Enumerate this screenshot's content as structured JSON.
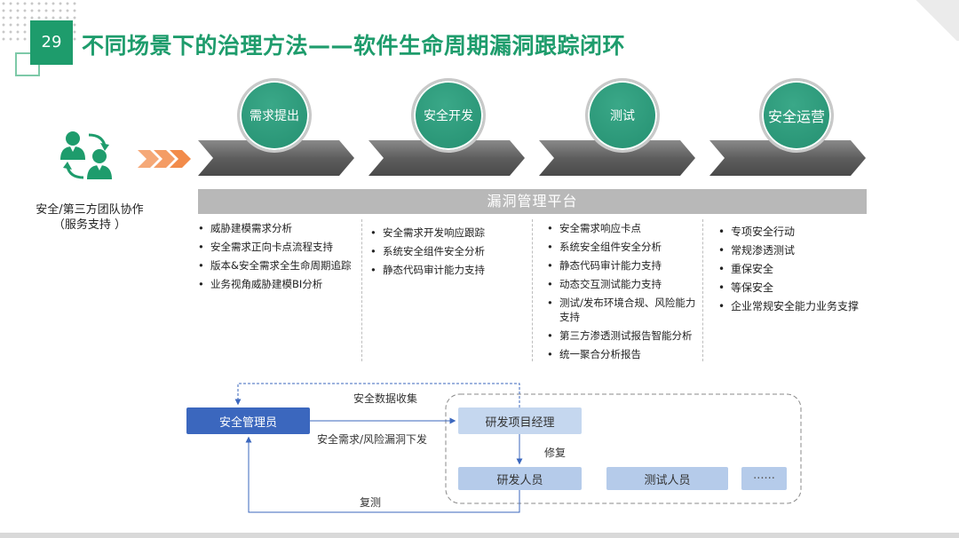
{
  "page_number": "29",
  "title": "不同场景下的治理方法——软件生命周期漏洞跟踪闭环",
  "team": {
    "line1": "安全/第三方团队协作",
    "line2": "（服务支持 ）"
  },
  "stages": [
    {
      "label": "需求提出"
    },
    {
      "label": "安全开发"
    },
    {
      "label": "测试"
    },
    {
      "label": "安全运营"
    }
  ],
  "platform_label": "漏洞管理平台",
  "columns": [
    {
      "items": [
        "威胁建模需求分析",
        "安全需求正向卡点流程支持",
        "版本&安全需求全生命周期追踪",
        "业务视角威胁建模BI分析"
      ]
    },
    {
      "items": [
        "安全需求开发响应跟踪",
        "系统安全组件安全分析",
        "静态代码审计能力支持"
      ]
    },
    {
      "items": [
        "安全需求响应卡点",
        "系统安全组件安全分析",
        "静态代码审计能力支持",
        "动态交互测试能力支持",
        "测试/发布环境合规、风险能力支持",
        "第三方渗透测试报告智能分析",
        "统一聚合分析报告"
      ]
    },
    {
      "items": [
        "专项安全行动",
        "常规渗透测试",
        "重保安全",
        "等保安全",
        "企业常规安全能力业务支撑"
      ]
    }
  ],
  "flow": {
    "admin": "安全管理员",
    "pm": "研发项目经理",
    "dev": "研发人员",
    "tester": "测试人员",
    "more": "······",
    "collect": "安全数据收集",
    "dispatch": "安全需求/风险漏洞下发",
    "fix": "修复",
    "retest": "复测"
  },
  "colors": {
    "brand_green": "#1e9c6c",
    "admin_blue": "#3b67be",
    "light_blue": "#c5d7ef",
    "platform_gray": "#b8b8b8"
  },
  "icons": [
    "team-collaboration-icon",
    "triple-chevron-icon"
  ]
}
